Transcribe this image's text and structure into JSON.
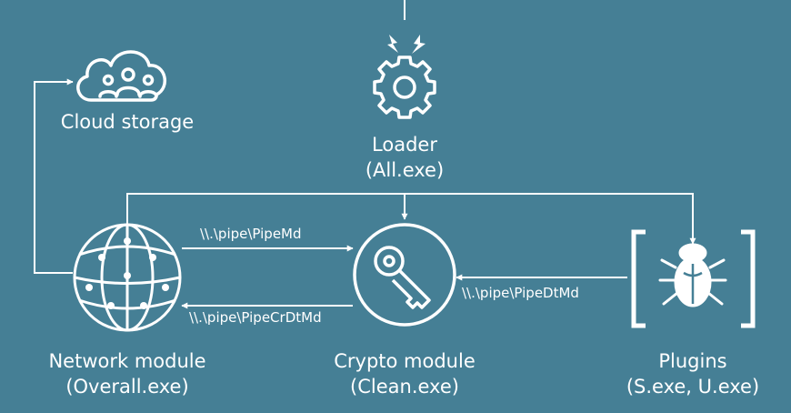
{
  "nodes": {
    "cloud": {
      "label": "Cloud storage",
      "icon": "cloud-users-icon"
    },
    "loader": {
      "label": "Loader",
      "file": "(All.exe)",
      "icon": "gear-icon"
    },
    "network": {
      "label": "Network module",
      "file": "(Overall.exe)",
      "icon": "globe-network-icon"
    },
    "crypto": {
      "label": "Crypto module",
      "file": "(Clean.exe)",
      "icon": "key-icon"
    },
    "plugins": {
      "label": "Plugins",
      "file": "(S.exe, U.exe)",
      "icon": "bug-icon"
    }
  },
  "edges": {
    "net_to_crypto": "\\\\.\\pipe\\PipeMd",
    "crypto_to_net": "\\\\.\\pipe\\PipeCrDtMd",
    "plugins_to_crypto": "\\\\.\\pipe\\PipeDtMd"
  },
  "colors": {
    "background": "#457f95",
    "foreground": "#ffffff"
  }
}
